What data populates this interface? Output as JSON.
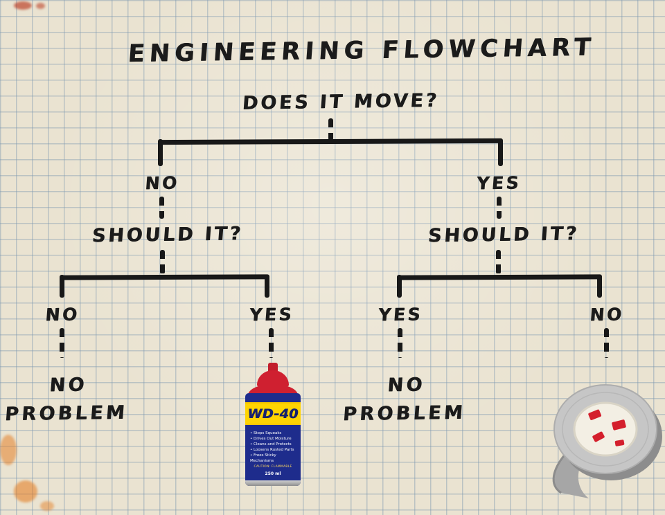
{
  "title": "ENGINEERING FLOWCHART",
  "flowchart": {
    "root_question": "DOES IT MOVE?",
    "left": {
      "answer": "NO",
      "question": "SHOULD IT?",
      "no_label": "NO",
      "yes_label": "YES",
      "no_outcome_line1": "NO",
      "no_outcome_line2": "PROBLEM"
    },
    "right": {
      "answer": "YES",
      "question": "SHOULD IT?",
      "yes_label": "YES",
      "no_label": "NO",
      "yes_outcome_line1": "NO",
      "yes_outcome_line2": "PROBLEM"
    }
  },
  "wd40": {
    "brand": "WD-40",
    "features": [
      "• Stops Squeaks",
      "• Drives Out Moisture",
      "• Cleans and Protects",
      "• Loosens Rusted Parts",
      "• Frees Sticky Mechanisms"
    ],
    "caution": "CAUTION: FLAMMABLE",
    "size": "250 ml"
  },
  "colors": {
    "paper": "#eae3d1",
    "grid": "#7894af",
    "ink": "#1b1b1b",
    "wd40_blue": "#1e2c8c",
    "wd40_yellow": "#ffd400",
    "wd40_red": "#cf2030",
    "tape_gray": "#c2c2c2"
  }
}
